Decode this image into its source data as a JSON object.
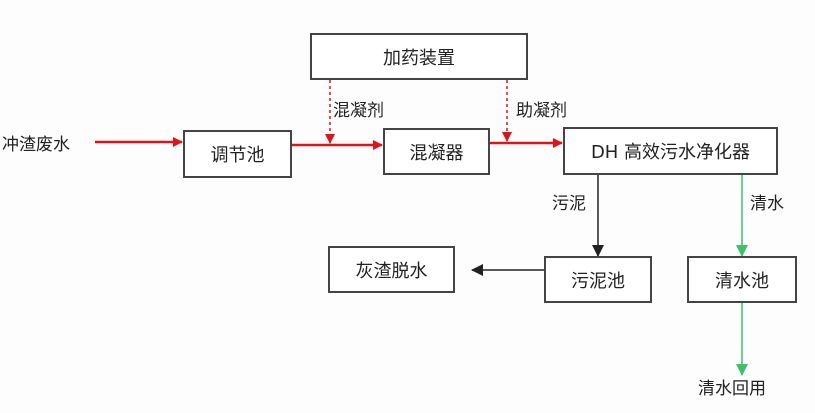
{
  "nodes": {
    "dosing": "加药装置",
    "regulating_tank": "调节池",
    "coagulator": "混凝器",
    "purifier": "DH 高效污水净化器",
    "ash_dewatering": "灰渣脱水",
    "sludge_tank": "污泥池",
    "clear_water_tank": "清水池"
  },
  "labels": {
    "input": "冲渣废水",
    "coagulant": "混凝剂",
    "coagulant_aid": "助凝剂",
    "sludge": "污泥",
    "clear_water": "清水",
    "reuse": "清水回用"
  },
  "colors": {
    "main_flow": "#e0131b",
    "clear_flow": "#3cc26a",
    "sludge_flow": "#222222"
  }
}
